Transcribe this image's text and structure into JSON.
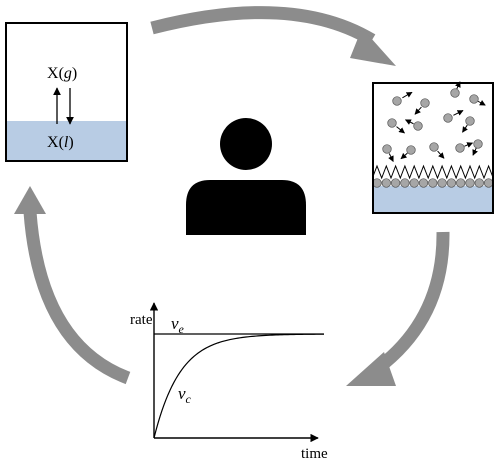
{
  "colors": {
    "cycle_arrow": "#8c8c8c",
    "liquid": "#b8cce4",
    "particle": "#a6a6a6",
    "ink": "#000000",
    "person": "#000000"
  },
  "icons": {
    "center": "person-icon"
  },
  "equilibrium_box": {
    "gas_symbol": "X",
    "gas_state": "g",
    "liquid_symbol": "X",
    "liquid_state": "l"
  },
  "chart_data": {
    "type": "line",
    "title": "",
    "xlabel": "time",
    "ylabel": "rate",
    "x_ticks": [],
    "y_ticks": [],
    "series": [
      {
        "name": "v_e",
        "label_base": "v",
        "label_sub": "e",
        "shape": "constant"
      },
      {
        "name": "v_c",
        "label_base": "v",
        "label_sub": "c",
        "shape": "rises to meet v_e"
      }
    ]
  }
}
